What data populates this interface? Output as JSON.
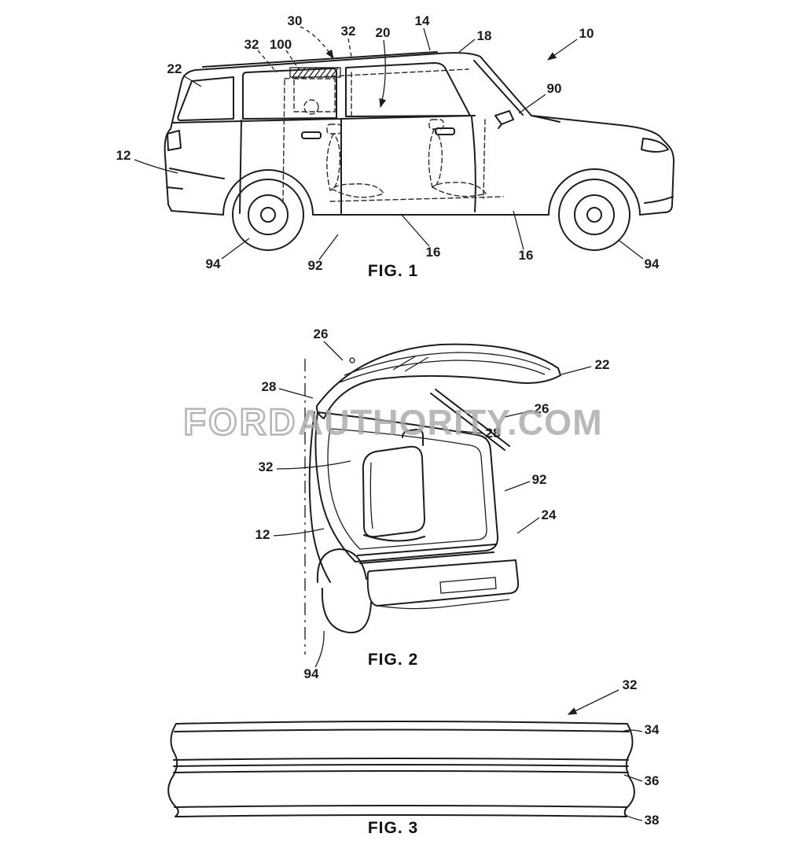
{
  "watermark": {
    "brand": "FORD",
    "rest": "AUTHORITY.COM"
  },
  "fig1": {
    "caption": "FIG. 1",
    "labels": {
      "l30": "30",
      "l32a": "32",
      "l100": "100",
      "l32b": "32",
      "l20": "20",
      "l14": "14",
      "l18": "18",
      "l10": "10",
      "l22": "22",
      "l90": "90",
      "l12": "12",
      "l94a": "94",
      "l92": "92",
      "l16a": "16",
      "l16b": "16",
      "l94b": "94"
    }
  },
  "fig2": {
    "caption": "FIG. 2",
    "labels": {
      "l26a": "26",
      "l22": "22",
      "l28a": "28",
      "l26b": "26",
      "l28b": "28",
      "l32": "32",
      "l92": "92",
      "l24": "24",
      "l12": "12",
      "l94": "94"
    }
  },
  "fig3": {
    "caption": "FIG. 3",
    "labels": {
      "l32": "32",
      "l34": "34",
      "l36": "36",
      "l38": "38"
    }
  }
}
